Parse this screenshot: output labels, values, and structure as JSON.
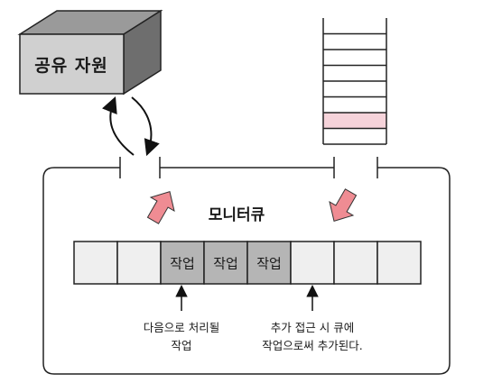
{
  "shared_resource": {
    "label": "공유 자원",
    "face_color": "#d0d0d0",
    "top_color": "#9a9a9a",
    "side_color": "#6e6e6e"
  },
  "monitor_queue": {
    "title": "모니터큐"
  },
  "queue": {
    "cells": [
      {
        "label": "",
        "filled": false
      },
      {
        "label": "",
        "filled": false
      },
      {
        "label": "작업",
        "filled": true
      },
      {
        "label": "작업",
        "filled": true
      },
      {
        "label": "작업",
        "filled": true
      },
      {
        "label": "",
        "filled": false
      },
      {
        "label": "",
        "filled": false
      },
      {
        "label": "",
        "filled": false
      }
    ],
    "empty_color": "#efefef",
    "filled_color": "#b5b5b5"
  },
  "stack": {
    "slot_count": 8,
    "highlighted_slots": [
      6
    ],
    "highlight_color": "#f6d3da"
  },
  "annotations": {
    "next_line1": "다음으로 처리될",
    "next_line2": "작업",
    "added_line1": "추가 접근 시 큐에",
    "added_line2": "작업으로써 추가된다."
  },
  "arrow_color": "#ef8c93"
}
